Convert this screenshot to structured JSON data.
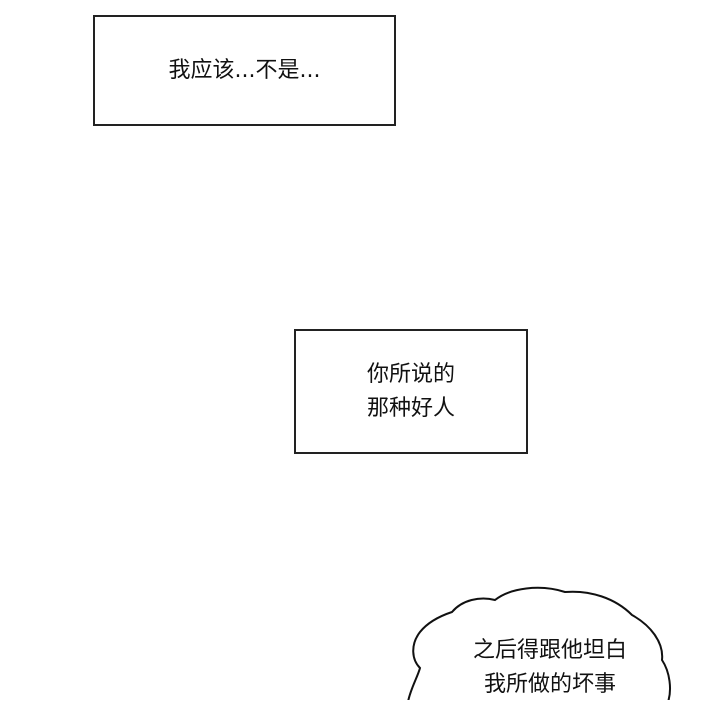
{
  "panels": [
    {
      "lines": [
        "我应该...不是..."
      ]
    },
    {
      "lines": [
        "你所说的",
        "那种好人"
      ]
    },
    {
      "lines": [
        "之后得跟他坦白",
        "我所做的坏事"
      ]
    }
  ]
}
